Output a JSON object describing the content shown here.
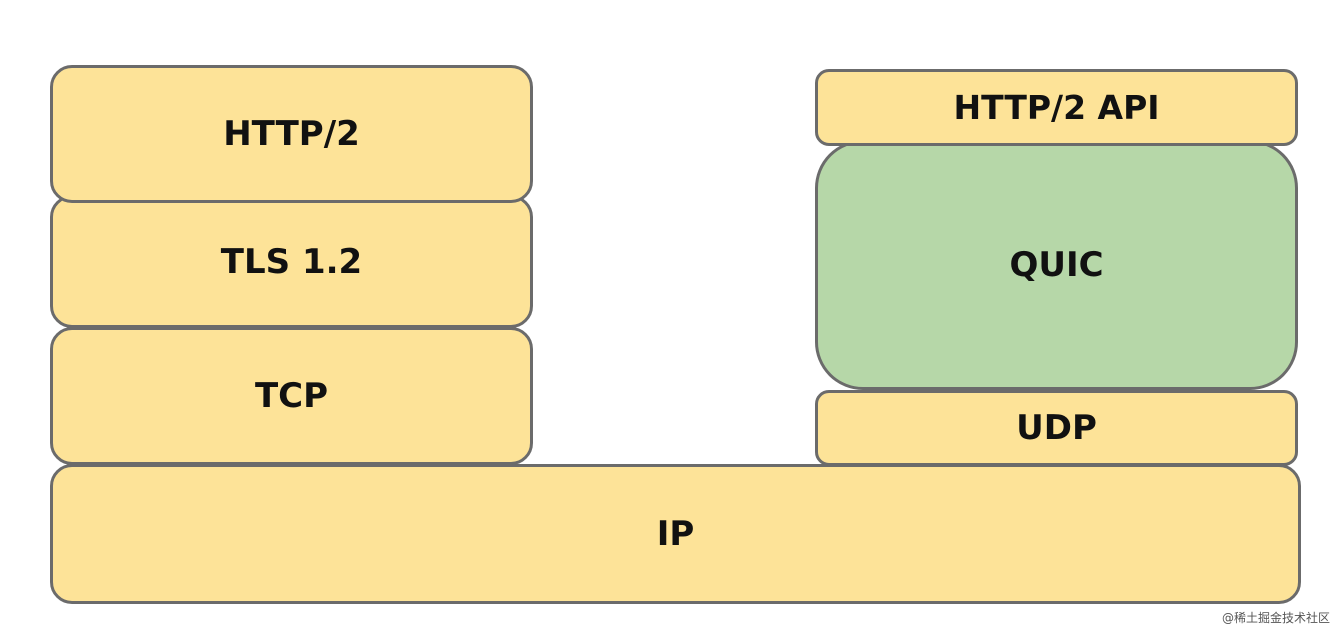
{
  "left_stack": {
    "http2": "HTTP/2",
    "tls": "TLS 1.2",
    "tcp": "TCP"
  },
  "right_stack": {
    "http2_api": "HTTP/2 API",
    "quic": "QUIC",
    "udp": "UDP"
  },
  "shared": {
    "ip": "IP"
  },
  "watermark": "@稀土掘金技术社区",
  "colors": {
    "layer_fill": "#fde398",
    "quic_fill": "#b6d7a8",
    "border": "#6b6b6b"
  }
}
